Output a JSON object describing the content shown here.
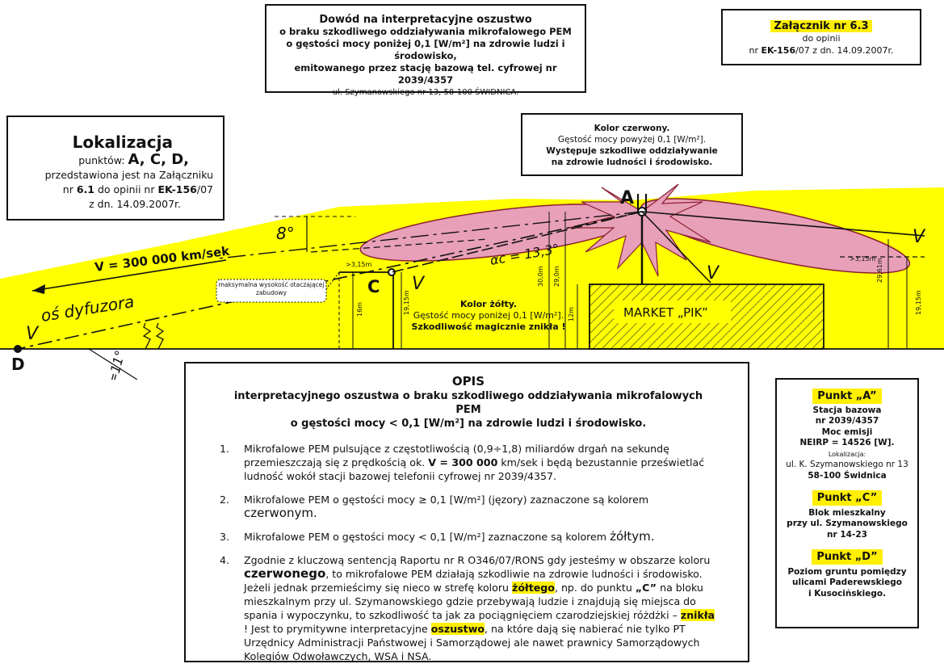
{
  "title_box": {
    "line1": "Dowód na interpretacyjne oszustwo",
    "line2": "o braku szkodliwego oddziaływania mikrofalowego PEM",
    "line3": "o gęstości mocy poniżej 0,1 [W/m²] na zdrowie ludzi i środowisko,",
    "line4": "emitowanego przez stację bazową tel. cyfrowej  nr 2039/4357",
    "line5": "ul. Szymanowskiego nr 13,  58-100  ŚWIDNICA."
  },
  "annex_box": {
    "label": "Załącznik nr 6.3",
    "line2": "do opinii",
    "line3_prefix": "nr ",
    "line3_bold": "EK-156",
    "line3_suffix": "/07 z dn. 14.09.2007r."
  },
  "location_box": {
    "title": "Lokalizacja",
    "points_label": "punktów: ",
    "points": "A, C, D,",
    "line3": "przedstawiona jest na Załączniku",
    "line4_prefix": "nr ",
    "line4_bold1": "6.1",
    "line4_mid": " do opinii nr ",
    "line4_bold2": "EK-156",
    "line4_suffix": "/07",
    "line5": "z dn. 14.09.2007r."
  },
  "red_box": {
    "title": "Kolor czerwony.",
    "line2": "Gęstość mocy powyżej 0,1 [W/m²].",
    "line3": "Występuje szkodliwe oddziaływanie",
    "line4": "na zdrowie ludności i środowisko."
  },
  "yellow_note": {
    "title": "Kolor żółty.",
    "line2": "Gęstość mocy poniżej 0,1 [W/m²].",
    "line3": "Szkodliwość magicznie znikła !"
  },
  "diagram": {
    "point_a": "A",
    "point_c": "C",
    "point_d": "D",
    "v_label": "V",
    "speed": "V = 300 000 km/sek",
    "axis": "oś dyfuzora",
    "angle_8": "8°",
    "angle_ac": "αc = 13,3°",
    "angle_ad": "αD=11°",
    "max_height": "maksymalna wysokość otaczającej zabudowy",
    "market": "MARKET „PIK”",
    "dim_315_left": ">3,15m",
    "dim_315_right": ">3,15m",
    "dim_16": "16m",
    "dim_1915a": "19,15m",
    "dim_300": "30,0m",
    "dim_290": "29,0m",
    "dim_12": "12m",
    "dim_2961": "29,61m",
    "dim_1915b": "19,15m",
    "colors": {
      "yellow": "#ffff00",
      "lobe": "#e8a0b8",
      "lobe_edge": "#b0304a"
    }
  },
  "opis": {
    "title": "OPIS",
    "subtitle1": "interpretacyjnego oszustwa o braku szkodliwego oddziaływania mikrofalowych PEM",
    "subtitle2": "o gęstości mocy < 0,1 [W/m²] na zdrowie ludzi i środowisko.",
    "item1": {
      "num": "1.",
      "text_a": "Mikrofalowe PEM pulsujące z częstotliwością (0,9÷1,8) miliardów drgań na sekundę przemieszczają się z prędkością ok. ",
      "bold": "V = 300 000",
      "text_b": " km/sek i będą bezustannie prześwietlać ludność wokół stacji bazowej telefonii cyfrowej nr 2039/4357."
    },
    "item2": {
      "num": "2.",
      "text_a": "Mikrofalowe PEM o gęstości mocy ≥ 0,1 [W/m²] (jęzory) zaznaczone są kolorem ",
      "big": "czerwonym."
    },
    "item3": {
      "num": "3.",
      "text_a": "Mikrofalowe PEM o gęstości mocy < 0,1 [W/m²] zaznaczone są kolorem ",
      "big": "żółtym."
    },
    "item4": {
      "num": "4.",
      "t1": "Zgodnie z kluczową sentencją Raportu nr R O346/07/RONS gdy jesteśmy w obszarze koloru ",
      "b1": "czerwonego",
      "t2": ", to mikrofalowe PEM działają szkodliwie na zdrowie ludności i środowisko. Jeżeli jednak przemieścimy się nieco w strefę koloru ",
      "h1": "żółtego",
      "t3": ", np. do punktu ",
      "b2": "„C”",
      "t4": " na bloku mieszkalnym przy ul. Szymanowskiego gdzie przebywają ludzie i znajdują się miejsca do spania i wypoczynku, to szkodliwość ta jak za pociągnięciem czarodziejskiej różdżki – ",
      "h2": "znikła",
      "t5": " ! Jest to prymitywne interpretacyjne ",
      "h3": "oszustwo",
      "t6": ", na które dają się nabierać nie tylko PT Urzędnicy Administracji Państwowej i Samorządowej ale nawet prawnicy Samorządowych Kolegiów Odwoławczych, WSA i NSA."
    }
  },
  "side": {
    "a_label": "Punkt „A”",
    "a_l1": "Stacja bazowa",
    "a_l2": "nr 2039/4357",
    "a_l3": "Moc emisji",
    "a_l4": "NEIRP = 14526 [W].",
    "a_l5": "Lokalizacja:",
    "a_l6": "ul. K. Szymanowskiego nr 13",
    "a_l7": "58-100 Świdnica",
    "c_label": "Punkt „C”",
    "c_l1": "Blok mieszkalny",
    "c_l2": "przy ul. Szymanowskiego",
    "c_l3": "nr 14-23",
    "d_label": "Punkt „D”",
    "d_l1": "Poziom gruntu pomiędzy",
    "d_l2": "ulicami Paderewskiego",
    "d_l3": "i Kusocińskiego."
  }
}
